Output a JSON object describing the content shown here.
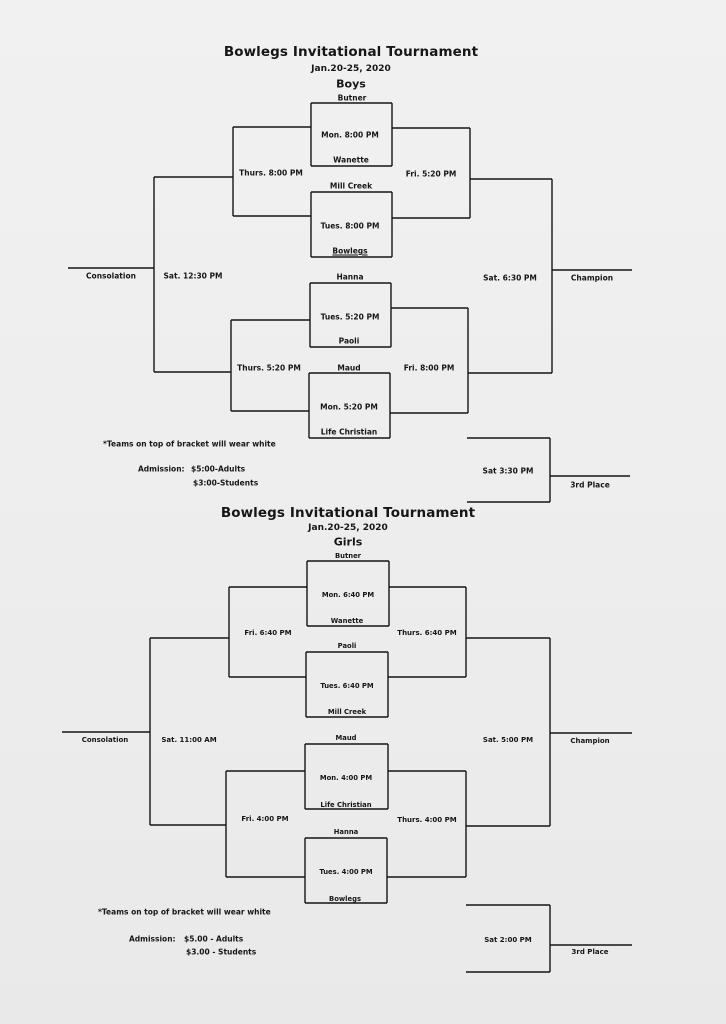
{
  "boys": {
    "title": "Bowlegs Invitational Tournament",
    "dates": "Jan.20-25, 2020",
    "division": "Boys",
    "teams": [
      "Butner",
      "Wanette",
      "Mill Creek",
      "Bowlegs",
      "Hanna",
      "Paoli",
      "Maud",
      "Life Christian"
    ],
    "games": {
      "g1": "Mon. 8:00 PM",
      "g2": "Tues. 8:00 PM",
      "g3": "Tues. 5:20 PM",
      "g4": "Mon. 5:20 PM",
      "l_top": "Thurs. 8:00 PM",
      "l_bot": "Thurs. 5:20 PM",
      "r_top": "Fri. 5:20 PM",
      "r_bot": "Fri. 8:00 PM",
      "l_final": "Sat. 12:30 PM",
      "r_final": "Sat. 6:30 PM",
      "third": "Sat 3:30 PM"
    },
    "consolation": "Consolation",
    "champion": "Champion",
    "third_place": "3rd Place",
    "note": "*Teams on top of bracket will wear white",
    "admission_label": "Admission:",
    "admission_adults": "$5:00-Adults",
    "admission_students": "$3:00-Students"
  },
  "girls": {
    "title": "Bowlegs Invitational Tournament",
    "dates": "Jan.20-25, 2020",
    "division": "Girls",
    "teams": [
      "Butner",
      "Wanette",
      "Paoli",
      "Mill Creek",
      "Maud",
      "Life Christian",
      "Hanna",
      "Bowlegs"
    ],
    "games": {
      "g1": "Mon. 6:40 PM",
      "g2": "Tues. 6:40 PM",
      "g3": "Mon. 4:00 PM",
      "g4": "Tues. 4:00 PM",
      "l_top": "Fri. 6:40 PM",
      "l_bot": "Fri. 4:00 PM",
      "r_top": "Thurs. 6:40 PM",
      "r_bot": "Thurs. 4:00 PM",
      "l_final": "Sat. 11:00 AM",
      "r_final": "Sat. 5:00 PM",
      "third": "Sat 2:00 PM"
    },
    "consolation": "Consolation",
    "champion": "Champion",
    "third_place": "3rd Place",
    "note": "*Teams on top of bracket will wear white",
    "admission_label": "Admission:",
    "admission_adults": "$5.00 - Adults",
    "admission_students": "$3.00 - Students"
  }
}
